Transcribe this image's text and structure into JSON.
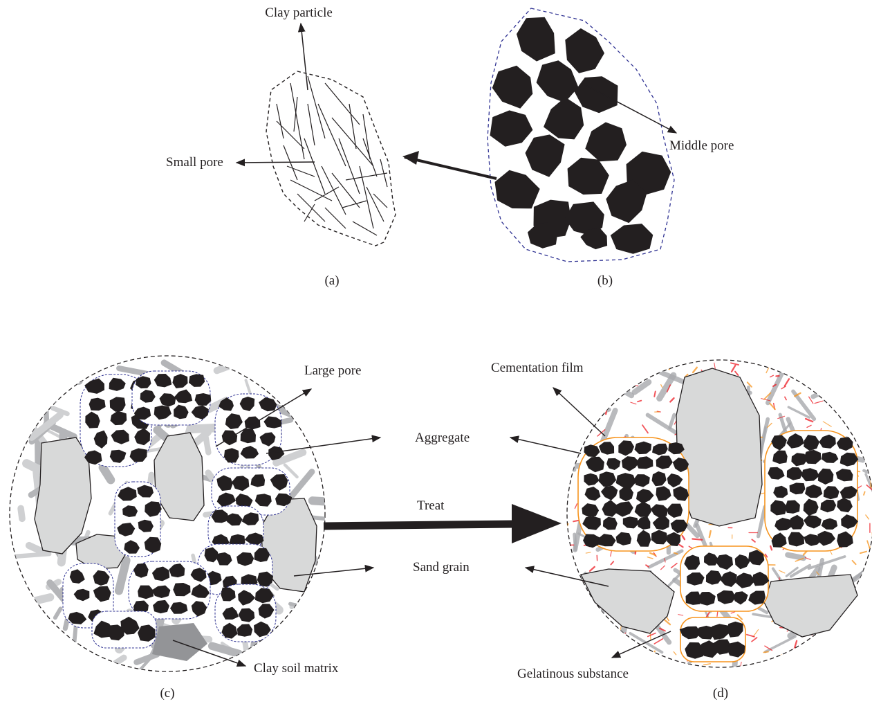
{
  "panels": {
    "a": {
      "caption": "(a)"
    },
    "b": {
      "caption": "(b)"
    },
    "c": {
      "caption": "(c)"
    },
    "d": {
      "caption": "(d)"
    }
  },
  "labels": {
    "clay_particle": "Clay particle",
    "small_pore": "Small pore",
    "middle_pore": "Middle pore",
    "large_pore": "Large pore",
    "cementation_film": "Cementation film",
    "aggregate": "Aggregate",
    "treat": "Treat",
    "sand_grain": "Sand grain",
    "clay_soil_matrix": "Clay soil matrix",
    "gelatinous_substance": "Gelatinous substance"
  },
  "colors": {
    "particle": "#231f20",
    "sand_grain": "#d8d9d9",
    "clay_matrix": "#9a9a9a",
    "aggregate_outline_c": "#2e3192",
    "aggregate_outline_d": "#f7941d",
    "gel_red": "#ed1c24"
  }
}
